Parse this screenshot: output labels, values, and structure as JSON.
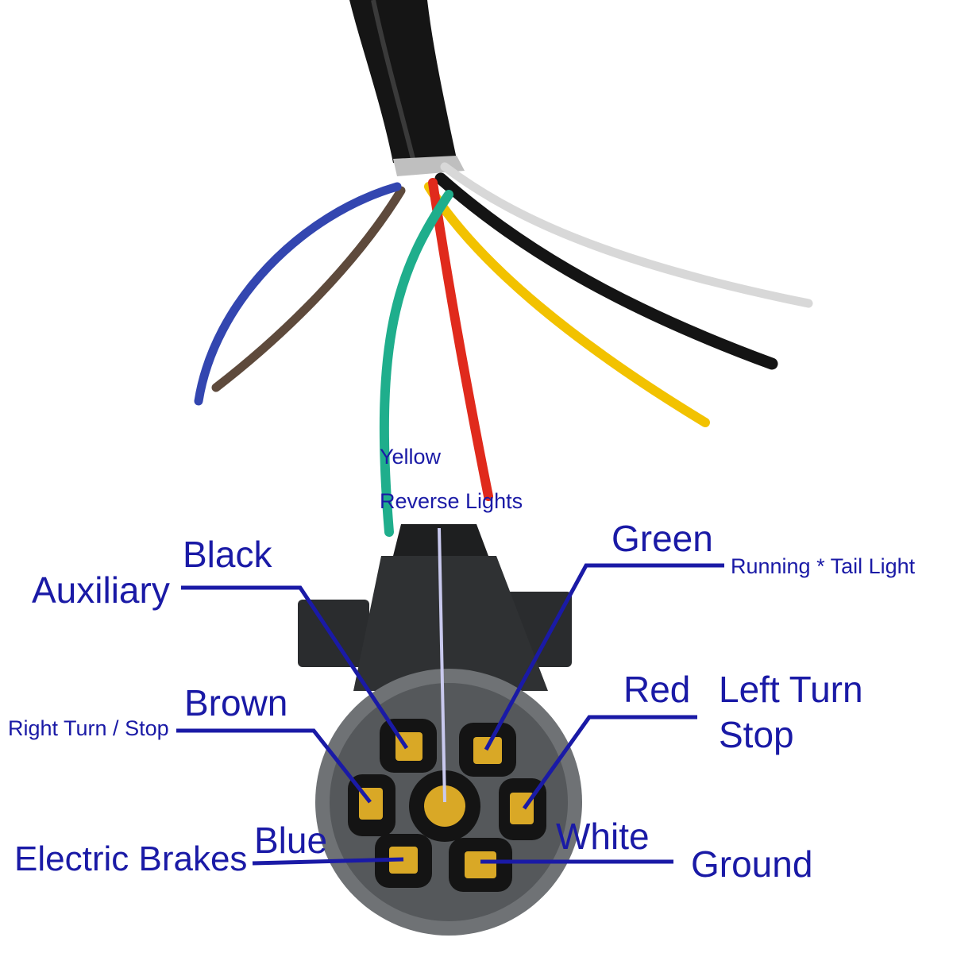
{
  "labels": {
    "yellow": "Yellow",
    "reverse_lights": "Reverse Lights",
    "black": "Black",
    "auxiliary": "Auxiliary",
    "green": "Green",
    "running_tail_light": "Running * Tail Light",
    "brown": "Brown",
    "right_turn_stop": "Right Turn / Stop",
    "red": "Red",
    "left_turn": "Left Turn",
    "stop": "Stop",
    "blue": "Blue",
    "electric_brakes": "Electric Brakes",
    "white": "White",
    "ground": "Ground"
  },
  "colors": {
    "label_text": "#1a1aa6",
    "leader_line": "#1a1aa6",
    "cable_jacket": "#151515",
    "wire_blue": "#3346b0",
    "wire_brown": "#5e4a3c",
    "wire_green": "#1fae8c",
    "wire_red": "#e02a1c",
    "wire_yellow": "#f2c200",
    "wire_black": "#141414",
    "wire_white": "#d8d8d8",
    "connector_body": "#2f3133",
    "connector_face": "#6f7275",
    "pin_brass": "#d9a826"
  }
}
